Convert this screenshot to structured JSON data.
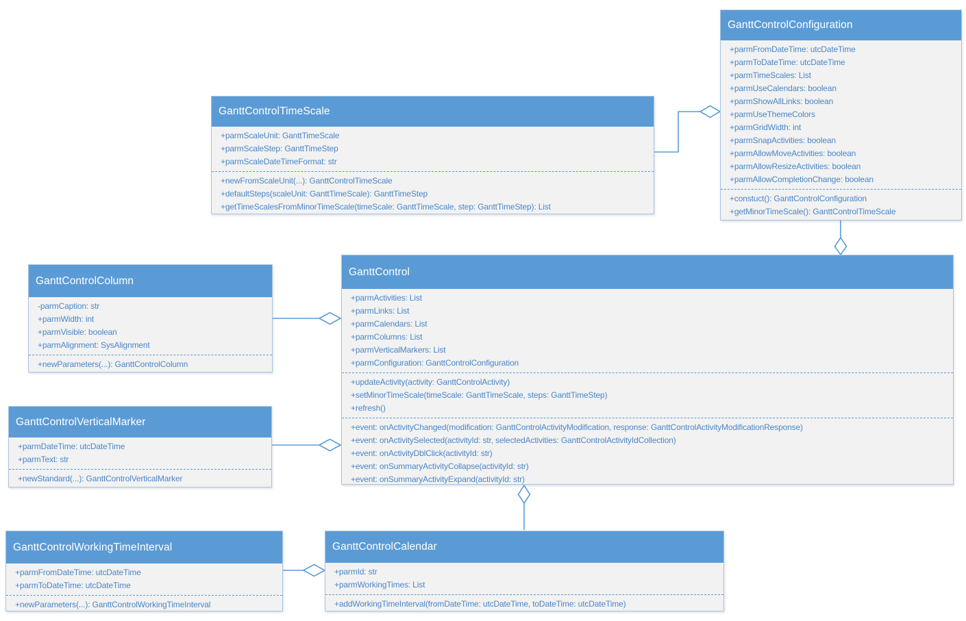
{
  "diagram": {
    "type": "uml-class-diagram",
    "relationship_style": "aggregation-hollow-diamond",
    "colors": {
      "header_fill": "#5b9bd5",
      "header_text": "#ffffff",
      "body_fill": "#f2f2f2",
      "member_text": "#4a86c8",
      "box_border": "#a9c4e0",
      "connector": "#5b9bd5",
      "background": "#ffffff"
    }
  },
  "classes": {
    "configuration": {
      "title": "GanttControlConfiguration",
      "attributes": [
        "+parmFromDateTime: utcDateTime",
        "+parmToDateTime: utcDateTime",
        "+parmTimeScales: List",
        "+parmUseCalendars: boolean",
        "+parmShowAllLinks: boolean",
        "+parmUseThemeColors",
        "+parmGridWidth: int",
        "+parmSnapActivities: boolean",
        "+parmAllowMoveActivities: boolean",
        "+parmAllowResizeActivities: boolean",
        "+parmAllowCompletionChange: boolean"
      ],
      "methods": [
        "+constuct(): GanttControlConfiguration",
        "+getMinorTimeScale(): GanttControlTimeScale"
      ]
    },
    "time_scale": {
      "title": "GanttControlTimeScale",
      "attributes": [
        "+parmScaleUnit: GanttTimeScale",
        "+parmScaleStep: GanttTimeStep",
        "+parmScaleDateTimeFormat: str"
      ],
      "methods": [
        "+newFromScaleUnit(...): GanttControlTimeScale",
        "+defaultSteps(scaleUnit: GanttTimeScale): GanttTimeStep",
        "+getTimeScalesFromMinorTimeScale(timeScale: GanttTimeScale, step: GanttTimeStep): List"
      ]
    },
    "column": {
      "title": "GanttControlColumn",
      "attributes": [
        "-parmCaption: str",
        "+parmWidth: int",
        "+parmVisible: boolean",
        "+parmAlignment: SysAlignment"
      ],
      "methods": [
        "+newParameters(...): GanttControlColumn"
      ]
    },
    "gantt_control": {
      "title": "GanttControl",
      "attributes": [
        "+parmActivities: List",
        "+parmLinks: List",
        "+parmCalendars: List",
        "+parmColumns: List",
        "+parmVerticalMarkers: List",
        "+parmConfiguration: GanttControlConfiguration"
      ],
      "methods": [
        "+updateActivity(activity: GanttControlActivity)",
        "+setMinorTimeScale(timeScale: GanttTimeScale, steps: GanttTimeStep)",
        "+refresh()"
      ],
      "events": [
        "+event: onActivityChanged(modification: GanttControlActivityModification, response: GanttControlActivityModificationResponse)",
        "+event: onActivitySelected(activityId: str, selectedActivities: GanttControlActivityIdCollection)",
        "+event: onActivityDblClick(activityId: str)",
        "+event: onSummaryActivityCollapse(activityId: str)",
        "+event: onSummaryActivityExpand(activityId: str)"
      ]
    },
    "vertical_marker": {
      "title": "GanttControlVerticalMarker",
      "attributes": [
        "+parmDateTime: utcDateTime",
        "+parmText: str"
      ],
      "methods": [
        "+newStandard(...): GanttControlVerticalMarker"
      ]
    },
    "working_time_interval": {
      "title": "GanttControlWorkingTimeInterval",
      "attributes": [
        "+parmFromDateTime: utcDateTime",
        "+parmToDateTime: utcDateTime"
      ],
      "methods": [
        "+newParameters(...): GanttControlWorkingTimeInterval"
      ]
    },
    "calendar": {
      "title": "GanttControlCalendar",
      "attributes": [
        "+parmId: str",
        "+parmWorkingTimes: List"
      ],
      "methods": [
        "+addWorkingTimeInterval(fromDateTime: utcDateTime, toDateTime: utcDateTime)"
      ]
    }
  }
}
